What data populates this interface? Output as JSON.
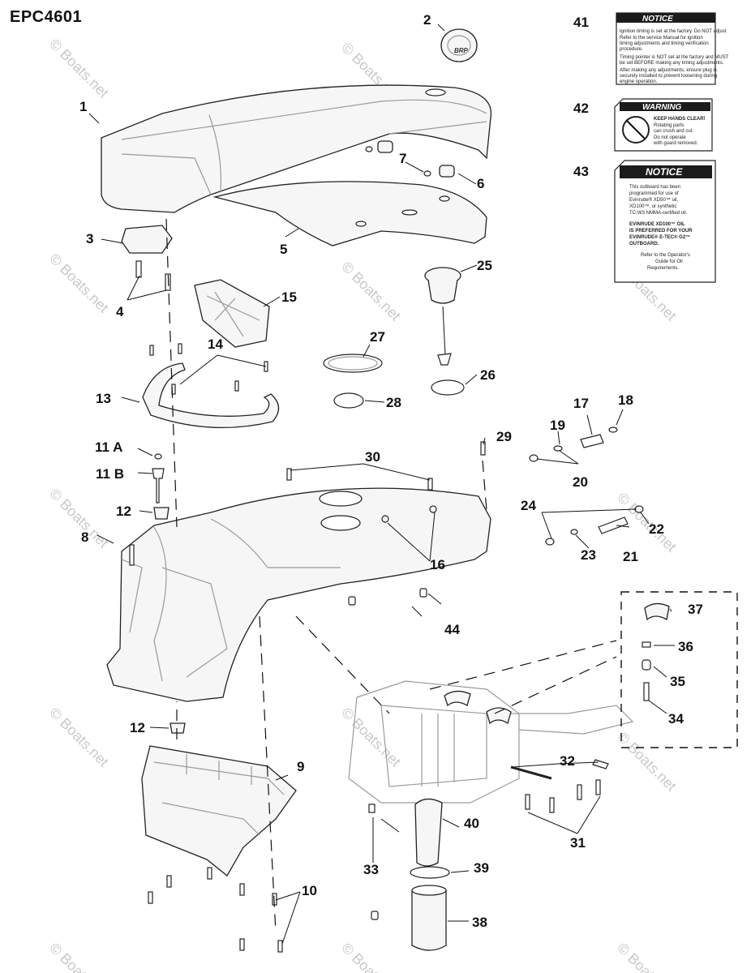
{
  "diagram_code": "EPC4601",
  "watermark_text": "© Boats.net",
  "callouts": [
    "1",
    "2",
    "3",
    "4",
    "5",
    "6",
    "7",
    "8",
    "9",
    "10",
    "11 A",
    "11 B",
    "12",
    "12",
    "13",
    "14",
    "15",
    "16",
    "17",
    "18",
    "19",
    "20",
    "21",
    "22",
    "23",
    "24",
    "25",
    "26",
    "27",
    "28",
    "29",
    "30",
    "31",
    "32",
    "33",
    "34",
    "35",
    "36",
    "37",
    "38",
    "39",
    "40",
    "41",
    "42",
    "43",
    "44"
  ],
  "decals": {
    "notice_41": {
      "title": "NOTICE",
      "lines": [
        "Ignition timing is set at the factory. Do NOT adjust",
        "Refer to the service Manual for ignition",
        "timing adjustments and timing verification",
        "procedure.",
        "Timing pointer is NOT set at the factory and MUST",
        "be set BEFORE making any timing adjustments.",
        "After making any adjustments, ensure plug is",
        "securely installed to prevent loosening during",
        "engine operation."
      ]
    },
    "warning_42": {
      "title": "WARNING",
      "lines": [
        "KEEP HANDS CLEAR!",
        "Rotating parts",
        "can crush and cut.",
        "Do not operate",
        "with guard removed."
      ]
    },
    "notice_43": {
      "title": "NOTICE",
      "lines": [
        "This outboard has been",
        "programmed for use of",
        "Evinrude® XD50™ oil,",
        "XD100™, or synthetic",
        "TC-W3 NMMA-certified oil."
      ],
      "bold_lines": [
        "EVINRUDE XD100™ OIL",
        "IS PREFERRED FOR YOUR",
        "EVINRUDE® E-TEC® G2™",
        "OUTBOARD."
      ],
      "footer_lines": [
        "Refer to the Operator's",
        "Guide for Oil",
        "Requirements."
      ]
    }
  }
}
